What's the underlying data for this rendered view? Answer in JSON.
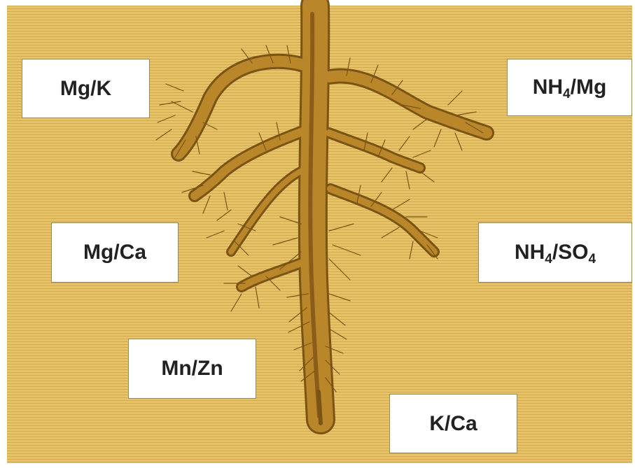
{
  "colors": {
    "soil": "#e8c266",
    "root": "#b9862a",
    "root_dark": "#7a5414",
    "box": "#ffffff",
    "text": "#222222"
  },
  "ratios": [
    {
      "id": "mg-k",
      "label": "Mg/K",
      "parts": [
        "Mg/K"
      ]
    },
    {
      "id": "nh4-mg",
      "label": "NH4/Mg",
      "parts": [
        "NH",
        "4",
        "/Mg"
      ]
    },
    {
      "id": "mg-ca",
      "label": "Mg/Ca",
      "parts": [
        "Mg/Ca"
      ]
    },
    {
      "id": "nh4-so4",
      "label": "NH4/SO4",
      "parts": [
        "NH",
        "4",
        "/SO",
        "4"
      ]
    },
    {
      "id": "mn-zn",
      "label": "Mn/Zn",
      "parts": [
        "Mn/Zn"
      ]
    },
    {
      "id": "k-ca",
      "label": "K/Ca",
      "parts": [
        "K/Ca"
      ]
    }
  ]
}
